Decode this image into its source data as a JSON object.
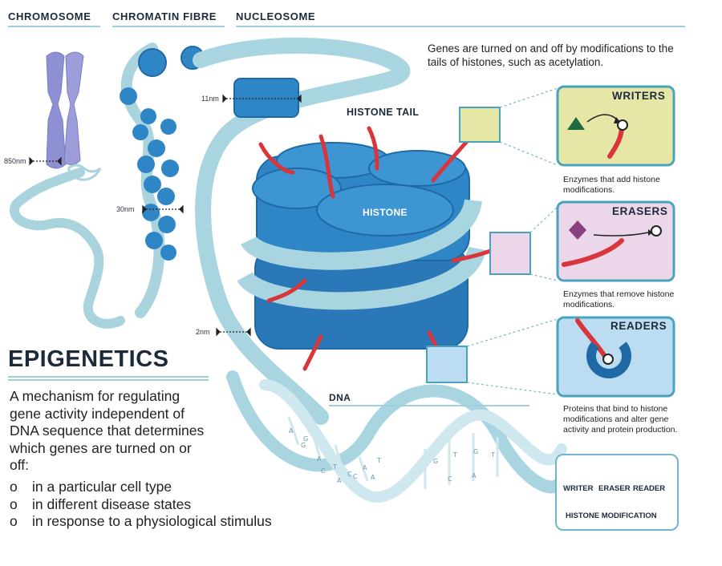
{
  "headers": {
    "chromosome": "CHROMOSOME",
    "chromatin_fibre": "CHROMATIN FIBRE",
    "nucleosome": "NUCLEOSOME"
  },
  "scales": {
    "s850": "850nm",
    "s30": "30nm",
    "s11": "11nm",
    "s2": "2nm"
  },
  "intro": "Genes are turned on and off by modifications to the tails of histones, such as acetylation.",
  "labels": {
    "histone_tail": "HISTONE TAIL",
    "histone": "HISTONE",
    "dna": "DNA"
  },
  "panels": [
    {
      "title": "WRITERS",
      "desc": "Enzymes that add histone modifications."
    },
    {
      "title": "ERASERS",
      "desc": "Enzymes that remove histone modifications."
    },
    {
      "title": "READERS",
      "desc": "Proteins that bind to histone modifications and alter gene activity and protein production."
    }
  ],
  "epigenetics": {
    "title": "EPIGENETICS",
    "body": "A mechanism for regulating gene activity independent of DNA sequence that determines which genes are turned on or off:",
    "bullets": [
      "in a particular cell type",
      "in different disease states",
      "in response to a physiological stimulus"
    ],
    "bullet_glyph": "o"
  },
  "legend": {
    "writer": "WRITER",
    "eraser": "ERASER",
    "reader": "READER",
    "modification": "HISTONE MODIFICATION"
  },
  "dna_letters": [
    "G",
    "A",
    "T",
    "C",
    "A",
    "T",
    "A",
    "G",
    "C",
    "A",
    "C",
    "A",
    "G",
    "T",
    "G",
    "T",
    "C",
    "A"
  ],
  "colors": {
    "histone": "#2f86c6",
    "histone_dark": "#1f6aa6",
    "tail": "#d8363a",
    "dna_ribbon": "#a8d5df",
    "writer_panel": "#e6e6a6",
    "eraser_panel": "#ecd6ea",
    "reader_panel": "#bcdcf2",
    "panel_border": "#4aa3bd",
    "writer_mark": "#1f6b3c",
    "eraser_mark": "#8a3f7f",
    "reader_mark": "#1f6aa6"
  }
}
